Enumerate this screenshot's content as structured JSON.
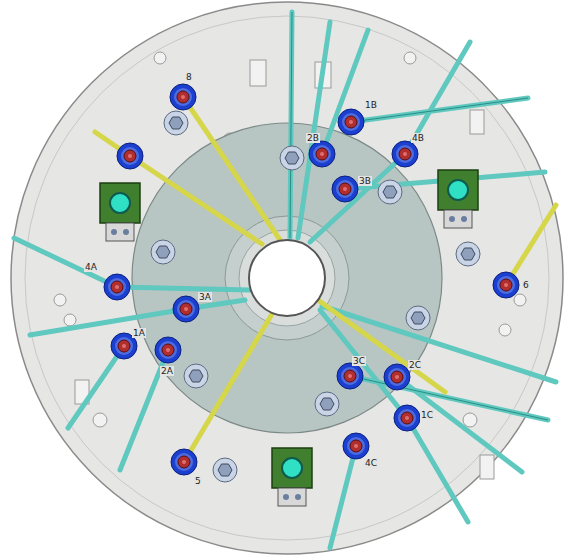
{
  "diagram": {
    "labels": [
      "8",
      "1B",
      "2B",
      "4B",
      "3B",
      "6",
      "4A",
      "3A",
      "1A",
      "2A",
      "3C",
      "2C",
      "1C",
      "4C",
      "5"
    ]
  }
}
